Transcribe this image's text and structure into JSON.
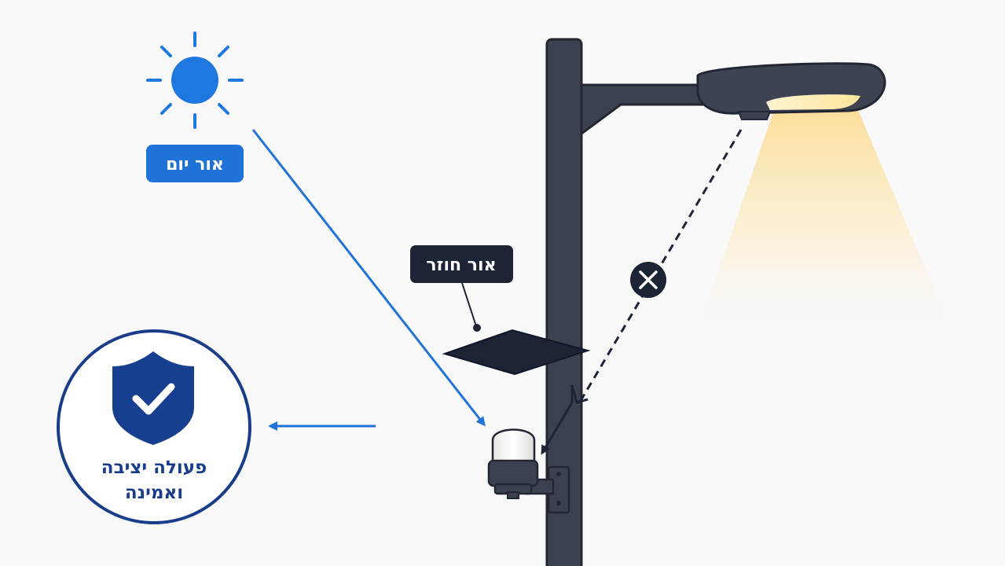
{
  "labels": {
    "daylight": "אור יום",
    "reflected": "אור חוזר",
    "result_line1": "פעולה יציבה",
    "result_line2": "ואמינה"
  },
  "colors": {
    "background": "#f9f9fa",
    "pole": "#3c4150",
    "pole_outline": "#232733",
    "sun_blue": "#1f77e0",
    "label_blue": "#1f73d8",
    "label_dark": "#1d2436",
    "shield_navy": "#173f8f",
    "circle_navy": "#1a3d8a",
    "light_beam": "#fde3a0",
    "sensor_cap": "#f4f4f2"
  },
  "icons": {
    "sun": "sun-icon",
    "shield": "shield-check-icon",
    "blocked": "x-circle-icon",
    "sensor": "photocell-sensor-icon",
    "lamp": "street-lamp-icon"
  }
}
